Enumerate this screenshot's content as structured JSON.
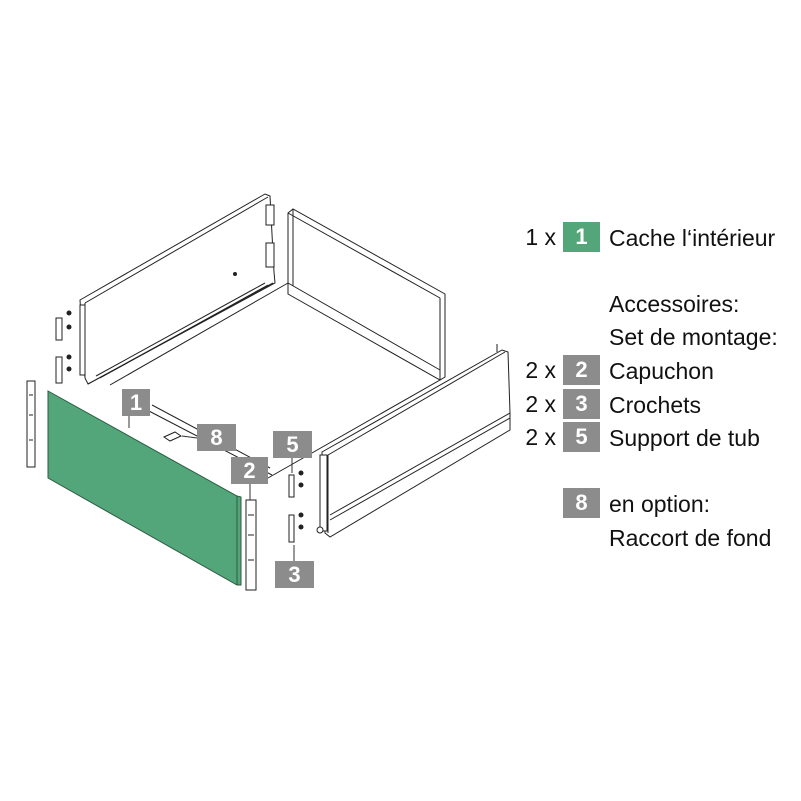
{
  "colors": {
    "accent": "#52a679",
    "badge": "#8c8c8c",
    "line": "#222222"
  },
  "callouts": {
    "c1": "1",
    "c8": "8",
    "c2": "2",
    "c5": "5",
    "c3": "3"
  },
  "legend": {
    "item1": {
      "qty": "1 x",
      "num": "1",
      "label": "Cache l‘intérieur"
    },
    "accessories": "Accessoires:",
    "mounting_set": "Set de montage:",
    "item2": {
      "qty": "2 x",
      "num": "2",
      "label": "Capuchon"
    },
    "item3": {
      "qty": "2 x",
      "num": "3",
      "label": "Crochets"
    },
    "item5": {
      "qty": "2 x",
      "num": "5",
      "label": "Support de tub"
    },
    "item8": {
      "num": "8",
      "label": "en option:",
      "label2": "Raccort de fond"
    }
  }
}
